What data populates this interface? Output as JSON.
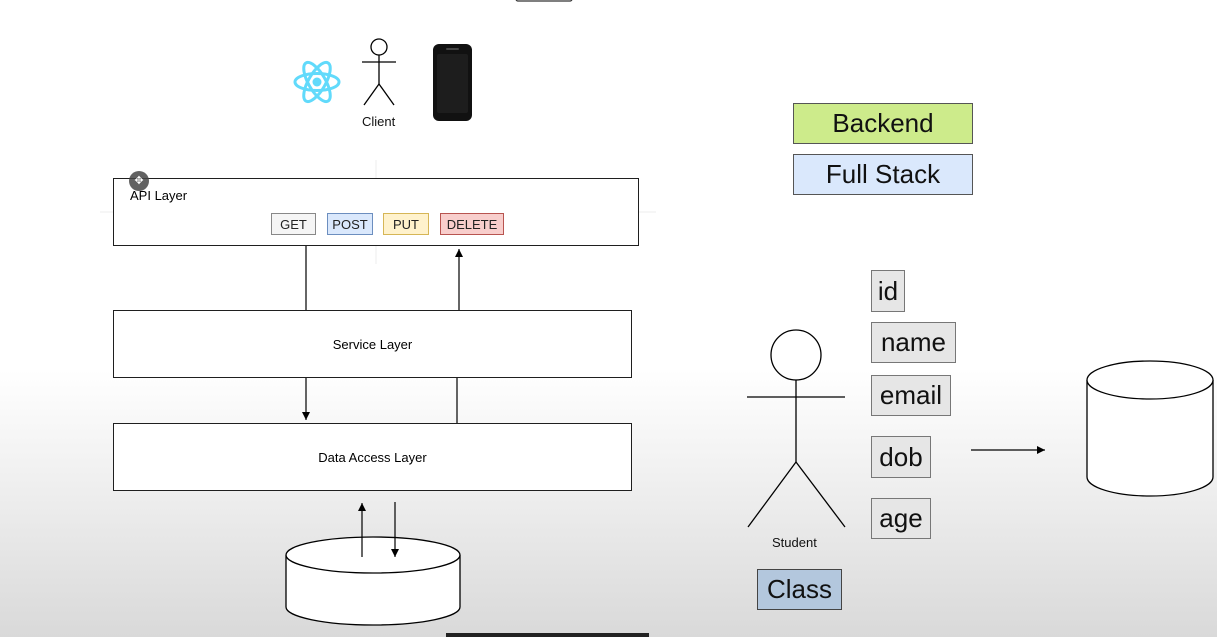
{
  "diagram": {
    "client_label": "Client",
    "api_layer_label": "API Layer",
    "methods": [
      "GET",
      "POST",
      "PUT",
      "DELETE"
    ],
    "service_layer_label": "Service Layer",
    "data_access_layer_label": "Data Access Layer",
    "student_label": "Student",
    "class_label": "Class",
    "fields": [
      "id",
      "name",
      "email",
      "dob",
      "age"
    ],
    "legend": {
      "backend_label": "Backend",
      "fullstack_label": "Full Stack"
    },
    "colors": {
      "get": "#f5f5f5",
      "post": "#dae8fc",
      "put": "#fff2cc",
      "delete": "#f8cecc",
      "backend": "#cdeb8b",
      "fullstack": "#dae8fc",
      "class": "#b3c7dd",
      "react": "#61dafb"
    },
    "icons": [
      "react-icon",
      "person-icon",
      "phone-icon",
      "database-icon"
    ]
  }
}
